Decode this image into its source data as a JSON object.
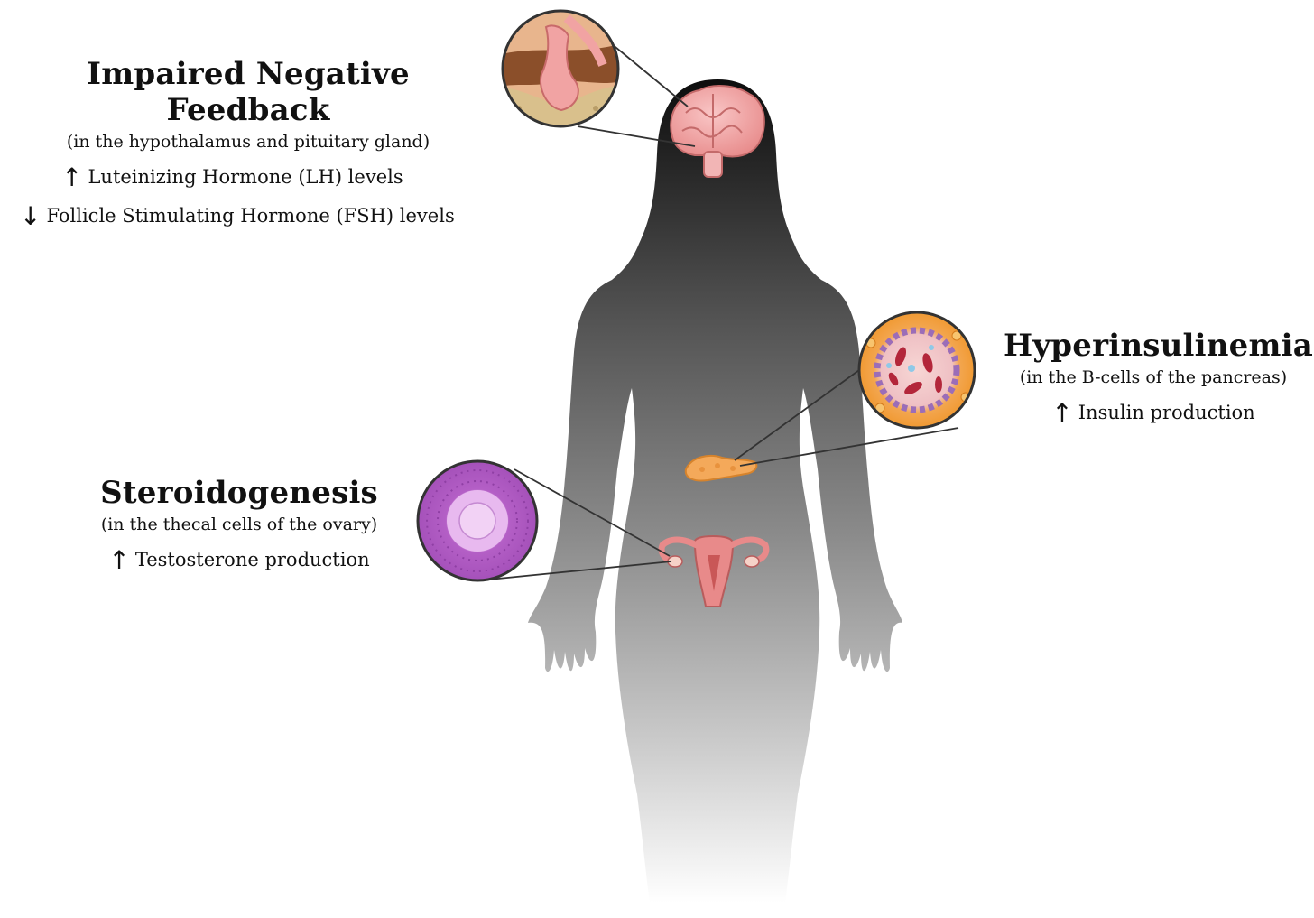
{
  "figure": {
    "regions": [
      {
        "id": "feedback",
        "title": "Impaired Negative Feedback",
        "subtitle": "(in the hypothalamus and pituitary gland)",
        "effects": [
          {
            "direction": "up",
            "arrow": "↑",
            "text": "Luteinizing Hormone (LH) levels"
          },
          {
            "direction": "down",
            "arrow": "↓",
            "text": "Follicle Stimulating Hormone (FSH) levels"
          }
        ],
        "icon": "brain-pituitary-icon"
      },
      {
        "id": "insulin",
        "title": "Hyperinsulinemia",
        "subtitle": "(in the B-cells of the pancreas)",
        "effects": [
          {
            "direction": "up",
            "arrow": "↑",
            "text": "Insulin production"
          }
        ],
        "icon": "pancreas-islet-icon"
      },
      {
        "id": "steroid",
        "title": "Steroidogenesis",
        "subtitle": "(in the thecal cells of the ovary)",
        "effects": [
          {
            "direction": "up",
            "arrow": "↑",
            "text": "Testosterone production"
          }
        ],
        "icon": "ovary-follicle-icon"
      }
    ],
    "colors": {
      "silhouette_top": "#1a1a1a",
      "silhouette_bottom": "#ffffff",
      "brain": "#f0a3a3",
      "pancreas": "#f4a95a",
      "uterus": "#e88a8a",
      "follicle": "#c56fd6"
    }
  }
}
